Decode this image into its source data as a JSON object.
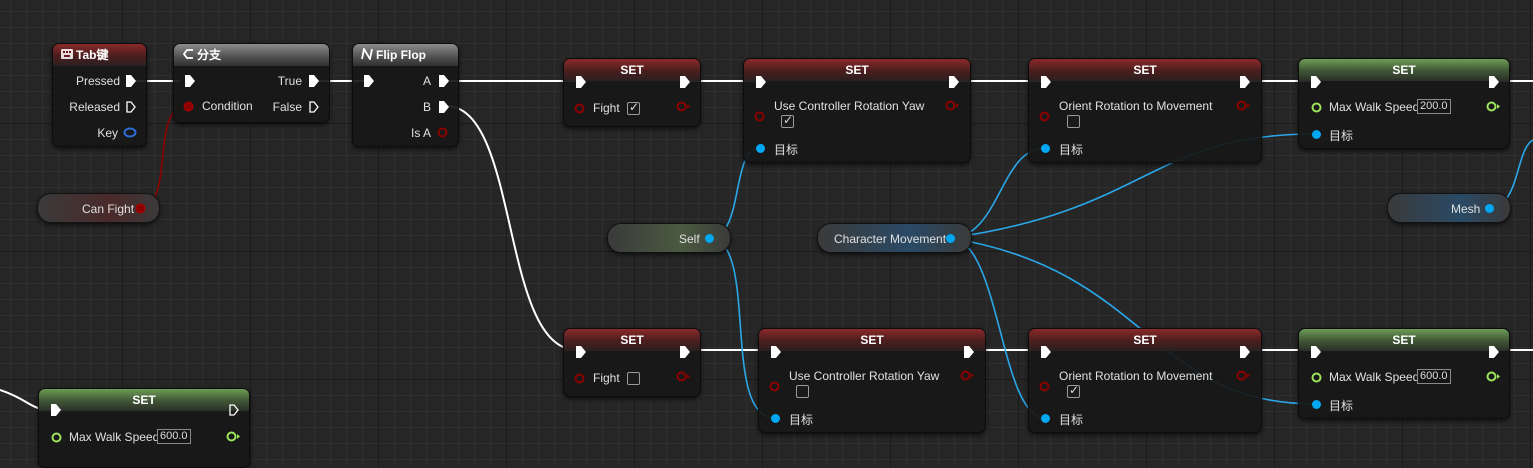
{
  "nodes": {
    "tab_key": {
      "title": "Tab键",
      "pins": {
        "pressed": "Pressed",
        "released": "Released",
        "key": "Key"
      }
    },
    "branch": {
      "title": "分支",
      "pins": {
        "condition": "Condition",
        "true": "True",
        "false": "False"
      }
    },
    "flipflop": {
      "title": "Flip Flop",
      "pins": {
        "a": "A",
        "b": "B",
        "is_a": "Is A"
      }
    },
    "set_fight_top": {
      "title": "SET",
      "var": "Fight",
      "checked": true
    },
    "set_yaw_top": {
      "title": "SET",
      "var": "Use Controller Rotation Yaw",
      "checked": true,
      "target": "目标"
    },
    "set_orient_top": {
      "title": "SET",
      "var": "Orient Rotation to Movement",
      "checked": false,
      "target": "目标"
    },
    "set_speed_top": {
      "title": "SET",
      "var": "Max Walk Speed",
      "value": "200.0",
      "target": "目标"
    },
    "set_fight_bot": {
      "title": "SET",
      "var": "Fight",
      "checked": false
    },
    "set_yaw_bot": {
      "title": "SET",
      "var": "Use Controller Rotation Yaw",
      "checked": false,
      "target": "目标"
    },
    "set_orient_bot": {
      "title": "SET",
      "var": "Orient Rotation to Movement",
      "checked": true,
      "target": "目标"
    },
    "set_speed_bot": {
      "title": "SET",
      "var": "Max Walk Speed",
      "value": "600.0",
      "target": "目标"
    },
    "set_speed_left": {
      "title": "SET",
      "var": "Max Walk Speed",
      "value": "600.0"
    }
  },
  "variables": {
    "can_fight": "Can Fight",
    "self": "Self",
    "character_movement": "Character Movement",
    "mesh": "Mesh"
  },
  "colors": {
    "exec": "#ffffff",
    "bool": "#8c0000",
    "float": "#9ee35c",
    "object": "#00a8f4",
    "key": "#2d6dd6",
    "background": "#262626"
  },
  "icons": {
    "tab_key": "keyboard-event-icon",
    "branch": "branch-icon",
    "flipflop": "flipflop-icon"
  }
}
